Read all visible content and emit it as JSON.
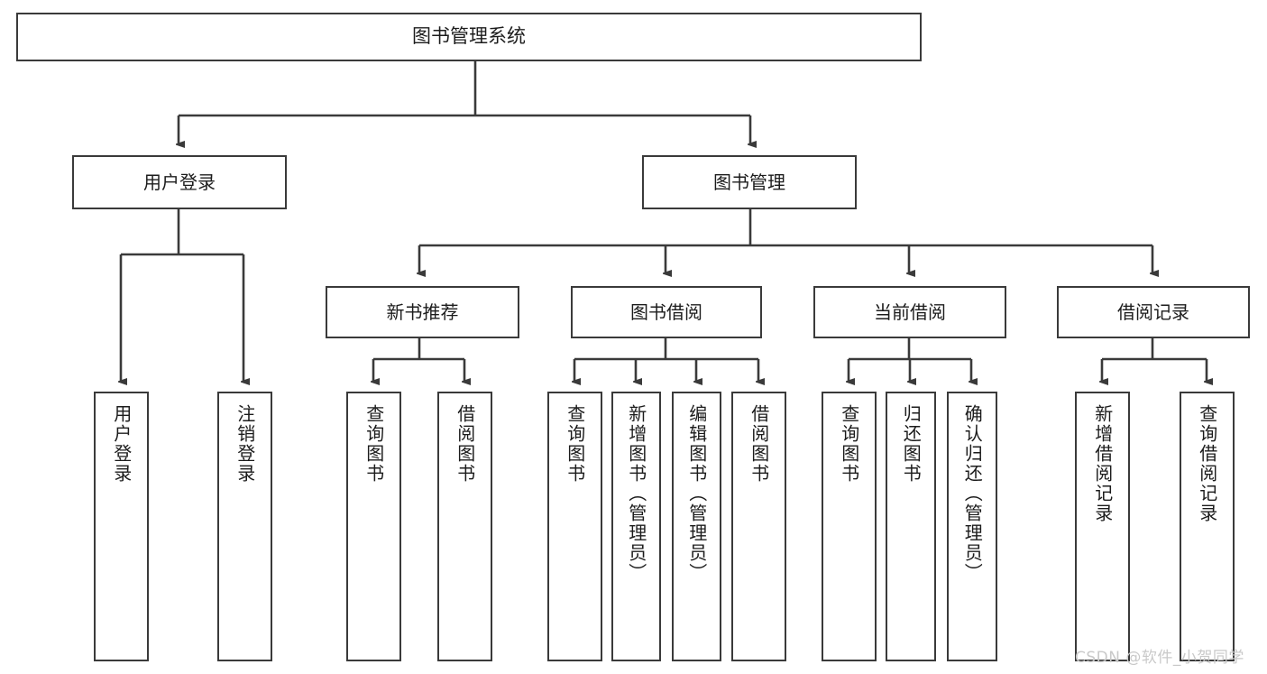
{
  "diagram": {
    "type": "tree",
    "title": "图书管理系统",
    "watermark": "CSDN @软件_小贺同学",
    "colors": {
      "stroke": "#3a3a3a",
      "text": "#1c1c1c",
      "background": "#ffffff",
      "watermark": "#c9c9c9"
    },
    "nodes": {
      "root": {
        "label": "图书管理系统"
      },
      "user_login": {
        "label": "用户登录"
      },
      "book_manage": {
        "label": "图书管理"
      },
      "new_book_rec": {
        "label": "新书推荐"
      },
      "book_borrow": {
        "label": "图书借阅"
      },
      "current_borrow": {
        "label": "当前借阅"
      },
      "borrow_record": {
        "label": "借阅记录"
      },
      "leaf_user_login": {
        "label": "用户登录"
      },
      "leaf_user_logout": {
        "label": "注销登录"
      },
      "leaf_rec_query": {
        "label": "查询图书"
      },
      "leaf_rec_borrow": {
        "label": "借阅图书"
      },
      "leaf_borrow_query": {
        "label": "查询图书"
      },
      "leaf_borrow_add": {
        "label": "新增图书（管理员）"
      },
      "leaf_borrow_edit": {
        "label": "编辑图书（管理员）"
      },
      "leaf_borrow_do": {
        "label": "借阅图书"
      },
      "leaf_cur_query": {
        "label": "查询图书"
      },
      "leaf_cur_return": {
        "label": "归还图书"
      },
      "leaf_cur_confirm": {
        "label": "确认归还（管理员）"
      },
      "leaf_rec_add": {
        "label": "新增借阅记录"
      },
      "leaf_rec_search": {
        "label": "查询借阅记录"
      }
    },
    "hierarchy": [
      {
        "label": "图书管理系统",
        "children": [
          {
            "label": "用户登录",
            "children": [
              {
                "label": "用户登录"
              },
              {
                "label": "注销登录"
              }
            ]
          },
          {
            "label": "图书管理",
            "children": [
              {
                "label": "新书推荐",
                "children": [
                  {
                    "label": "查询图书"
                  },
                  {
                    "label": "借阅图书"
                  }
                ]
              },
              {
                "label": "图书借阅",
                "children": [
                  {
                    "label": "查询图书"
                  },
                  {
                    "label": "新增图书（管理员）"
                  },
                  {
                    "label": "编辑图书（管理员）"
                  },
                  {
                    "label": "借阅图书"
                  }
                ]
              },
              {
                "label": "当前借阅",
                "children": [
                  {
                    "label": "查询图书"
                  },
                  {
                    "label": "归还图书"
                  },
                  {
                    "label": "确认归还（管理员）"
                  }
                ]
              },
              {
                "label": "借阅记录",
                "children": [
                  {
                    "label": "新增借阅记录"
                  },
                  {
                    "label": "查询借阅记录"
                  }
                ]
              }
            ]
          }
        ]
      }
    ]
  }
}
